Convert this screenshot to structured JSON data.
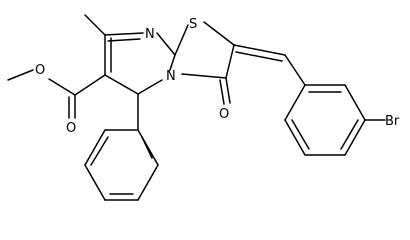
{
  "diagram": {
    "type": "chemical-structure",
    "atom_labels": {
      "n_ring_top": "N",
      "s_ring": "S",
      "n_ring_bottom": "N",
      "o_ester_single": "O",
      "o_ester_carbonyl": "O",
      "o_ketone": "O",
      "br": "Br"
    },
    "colors": {
      "bond": "#000000",
      "label": "#000000",
      "background": "#ffffff"
    }
  }
}
